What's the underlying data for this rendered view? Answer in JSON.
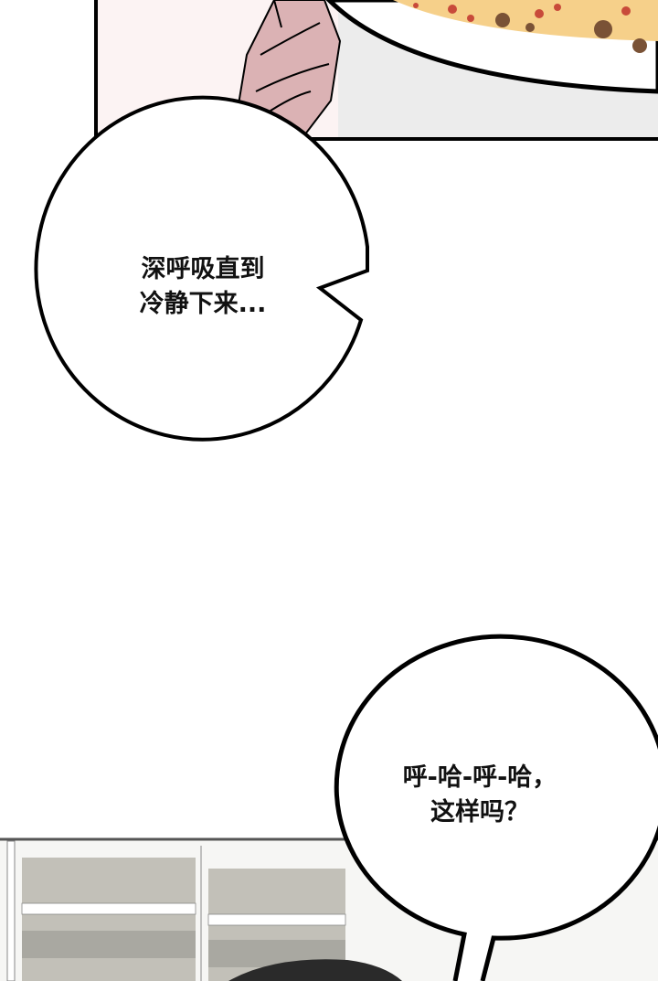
{
  "panels": [
    {
      "description_colors": {
        "background": "#fcf3f3",
        "hand": "#dbb2b4",
        "table": "#ebebeb",
        "plate": "#ffffff",
        "pasta": "#f6c97a",
        "sauce": "#c84a3a"
      }
    },
    {
      "description_colors": {
        "wall": "#ffffff",
        "shelf_back": "#bdbbb3",
        "hair": "#2a2a2a"
      }
    }
  ],
  "bubbles": [
    {
      "lines": [
        "深呼吸直到",
        "冷静下来..."
      ]
    },
    {
      "lines": [
        "呼-哈-呼-哈，",
        "这样吗？"
      ]
    }
  ]
}
